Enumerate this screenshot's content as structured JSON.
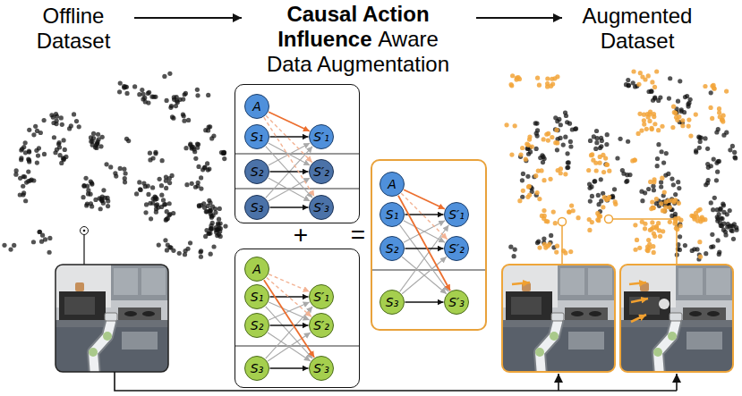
{
  "diagram": {
    "nodes": [
      {
        "text": []
      },
      {
        "text": [
          "A"
        ],
        "in": 0
      },
      {
        "text": [
          "S₁"
        ],
        "in": 0
      },
      {
        "text": [
          "S′₁"
        ],
        "in": 0
      },
      {
        "text": [
          "S₂"
        ],
        "in": 0
      },
      {
        "text": [
          "S′₂"
        ],
        "in": 0
      },
      {
        "text": [
          "S₃"
        ],
        "in": 0
      },
      {
        "text": [
          "S′₃"
        ],
        "in": 0
      },
      {
        "text": []
      },
      {
        "text": [
          "A"
        ],
        "in": 8
      },
      {
        "text": [
          "S₁"
        ],
        "in": 8
      },
      {
        "text": [
          "S′₁"
        ],
        "in": 8
      },
      {
        "text": [
          "S₂"
        ],
        "in": 8
      },
      {
        "text": [
          "S′₂"
        ],
        "in": 8
      },
      {
        "text": [
          "S₃"
        ],
        "in": 8
      },
      {
        "text": [
          "S′₃"
        ],
        "in": 8
      },
      {
        "text": []
      },
      {
        "text": [
          "A"
        ],
        "in": 16
      },
      {
        "text": [
          "S₁"
        ],
        "in": 16
      },
      {
        "text": [
          "S′₁"
        ],
        "in": 16
      },
      {
        "text": [
          "S₂"
        ],
        "in": 16
      },
      {
        "text": [
          "S′₂"
        ],
        "in": 16
      },
      {
        "text": [
          "S₃"
        ],
        "in": 16
      },
      {
        "text": [
          "S′₃"
        ],
        "in": 16
      }
    ],
    "edges": [
      {
        "from": 1,
        "to": 3,
        "arrow": "to"
      },
      {
        "from": 1,
        "to": 5,
        "arrow": "to"
      },
      {
        "from": 1,
        "to": 7,
        "arrow": "to"
      },
      {
        "from": 2,
        "to": 3,
        "arrow": "to"
      },
      {
        "from": 4,
        "to": 5,
        "arrow": "to"
      },
      {
        "from": 6,
        "to": 7,
        "arrow": "to"
      },
      {
        "from": 2,
        "to": 5,
        "arrow": "to"
      },
      {
        "from": 2,
        "to": 7,
        "arrow": "to"
      },
      {
        "from": 4,
        "to": 3,
        "arrow": "to"
      },
      {
        "from": 4,
        "to": 7,
        "arrow": "to"
      },
      {
        "from": 6,
        "to": 3,
        "arrow": "to"
      },
      {
        "from": 6,
        "to": 5,
        "arrow": "to"
      },
      {
        "from": 9,
        "to": 11,
        "arrow": "to"
      },
      {
        "from": 9,
        "to": 13,
        "arrow": "to"
      },
      {
        "from": 9,
        "to": 15,
        "arrow": "to"
      },
      {
        "from": 10,
        "to": 11,
        "arrow": "to"
      },
      {
        "from": 12,
        "to": 13,
        "arrow": "to"
      },
      {
        "from": 14,
        "to": 15,
        "arrow": "to"
      },
      {
        "from": 10,
        "to": 13,
        "arrow": "to"
      },
      {
        "from": 10,
        "to": 15,
        "arrow": "to"
      },
      {
        "from": 12,
        "to": 11,
        "arrow": "to"
      },
      {
        "from": 12,
        "to": 15,
        "arrow": "to"
      },
      {
        "from": 14,
        "to": 11,
        "arrow": "to"
      },
      {
        "from": 14,
        "to": 13,
        "arrow": "to"
      },
      {
        "from": 17,
        "to": 19,
        "arrow": "to"
      },
      {
        "from": 17,
        "to": 21,
        "arrow": "to"
      },
      {
        "from": 17,
        "to": 23,
        "arrow": "to"
      },
      {
        "from": 18,
        "to": 19,
        "arrow": "to"
      },
      {
        "from": 20,
        "to": 21,
        "arrow": "to"
      },
      {
        "from": 22,
        "to": 23,
        "arrow": "to"
      },
      {
        "from": 18,
        "to": 21,
        "arrow": "to"
      },
      {
        "from": 18,
        "to": 23,
        "arrow": "to"
      },
      {
        "from": 20,
        "to": 19,
        "arrow": "to"
      },
      {
        "from": 20,
        "to": 23,
        "arrow": "to"
      },
      {
        "from": 22,
        "to": 19,
        "arrow": "to"
      },
      {
        "from": 22,
        "to": 21,
        "arrow": "to"
      }
    ],
    "labels": [
      "Offline Dataset",
      "Causal Action Influence",
      "Aware Data Augmentation",
      "Augmented Dataset",
      "+",
      "="
    ]
  }
}
